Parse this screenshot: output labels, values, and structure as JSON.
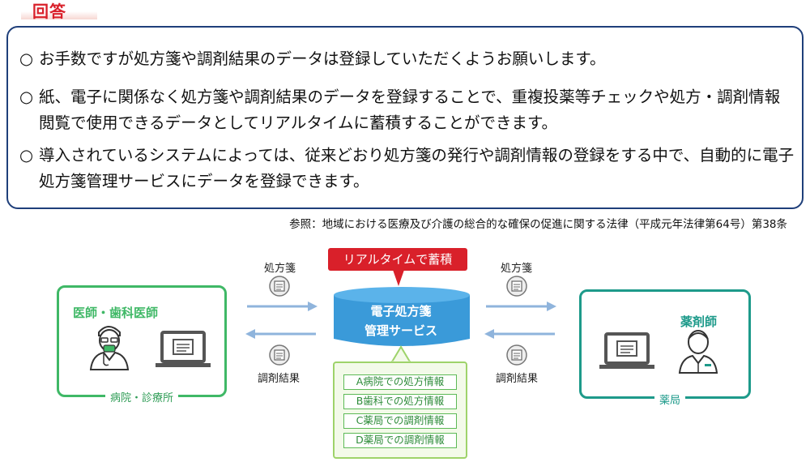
{
  "header": {
    "title": "回答"
  },
  "answer": {
    "bullet_mark": "○",
    "items": [
      "お手数ですが処方箋や調剤結果のデータは登録していただくようお願いします。",
      "紙、電子に関係なく処方箋や調剤結果のデータを登録することで、重複投薬等チェックや処方・調剤情報閲覧で使用できるデータとしてリアルタイムに蓄積することができます。",
      "導入されているシステムによっては、従来どおり処方箋の発行や調剤情報の登録をする中で、自動的に電子処方箋管理サービスにデータを登録できます。"
    ]
  },
  "reference": "参照：地域における医療及び介護の総合的な確保の促進に関する法律（平成元年法律第64号）第38条",
  "diagram": {
    "callout": "リアルタイムで蓄積",
    "center_title_line1": "電子処方箋",
    "center_title_line2": "管理サービス",
    "left": {
      "role": "医師・歯科医師",
      "box_label": "病院・診療所"
    },
    "right": {
      "role": "薬剤師",
      "box_label": "薬局"
    },
    "labels": {
      "left_top": "処方箋",
      "left_bottom": "調剤結果",
      "right_top": "処方箋",
      "right_bottom": "調剤結果"
    },
    "list": [
      "A病院での処方情報",
      "B歯科での処方情報",
      "C薬局での調剤情報",
      "D薬局での調剤情報"
    ],
    "colors": {
      "accent_red": "#d9202a",
      "frame_navy": "#1f3f7a",
      "green": "#3fb866",
      "teal": "#1d9a8a",
      "db_blue": "#3a9ad9",
      "arrow_blue": "#8fb4dc"
    },
    "icons": [
      "doctor-icon",
      "pharmacist-icon",
      "laptop-icon",
      "document-icon",
      "database-icon"
    ]
  }
}
